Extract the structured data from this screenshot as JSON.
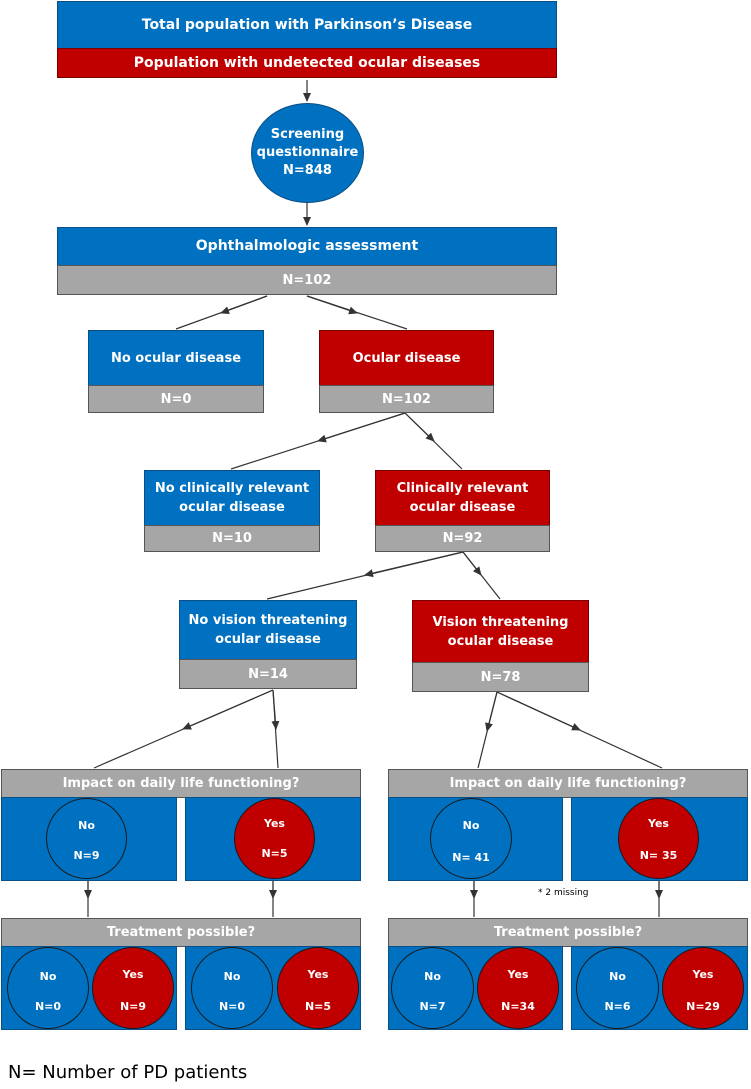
{
  "top": {
    "total": "Total population with Parkinson’s Disease",
    "undetected": "Population with undetected ocular diseases"
  },
  "screening": {
    "line1": "Screening",
    "line2": "questionnaire",
    "n": "N=848"
  },
  "assessment": {
    "title": "Ophthalmologic assessment",
    "n": "N=102"
  },
  "no_ocular": {
    "title": "No ocular disease",
    "n": "N=0"
  },
  "ocular": {
    "title": "Ocular disease",
    "n": "N=102"
  },
  "no_clin": {
    "line1": "No clinically relevant",
    "line2": "ocular disease",
    "n": "N=10"
  },
  "clin": {
    "line1": "Clinically relevant",
    "line2": "ocular disease",
    "n": "N=92"
  },
  "no_vision": {
    "line1": "No vision threatening",
    "line2": "ocular disease",
    "n": "N=14"
  },
  "vision": {
    "line1": "Vision threatening",
    "line2": "ocular disease",
    "n": "N=78"
  },
  "impact_left": {
    "question": "Impact on daily life functioning?",
    "no": {
      "label": "No",
      "n": "N=9"
    },
    "yes": {
      "label": "Yes",
      "n": "N=5"
    }
  },
  "impact_right": {
    "question": "Impact on daily life functioning?",
    "no": {
      "label": "No",
      "n": "N= 41"
    },
    "yes": {
      "label": "Yes",
      "n": "N= 35"
    },
    "note": "* 2 missing"
  },
  "treat_left": {
    "question": "Treatment possible?",
    "a": {
      "no": {
        "label": "No",
        "n": "N=0"
      },
      "yes": {
        "label": "Yes",
        "n": "N=9"
      }
    },
    "b": {
      "no": {
        "label": "No",
        "n": "N=0"
      },
      "yes": {
        "label": "Yes",
        "n": "N=5"
      }
    }
  },
  "treat_right": {
    "question": "Treatment possible?",
    "a": {
      "no": {
        "label": "No",
        "n": "N=7"
      },
      "yes": {
        "label": "Yes",
        "n": "N=34"
      }
    },
    "b": {
      "no": {
        "label": "No",
        "n": "N=6"
      },
      "yes": {
        "label": "Yes",
        "n": "N=29"
      }
    }
  },
  "legend": "N= Number of PD patients",
  "colors": {
    "blue": "#0070C0",
    "red": "#C00000",
    "grey": "#A6A6A6"
  }
}
